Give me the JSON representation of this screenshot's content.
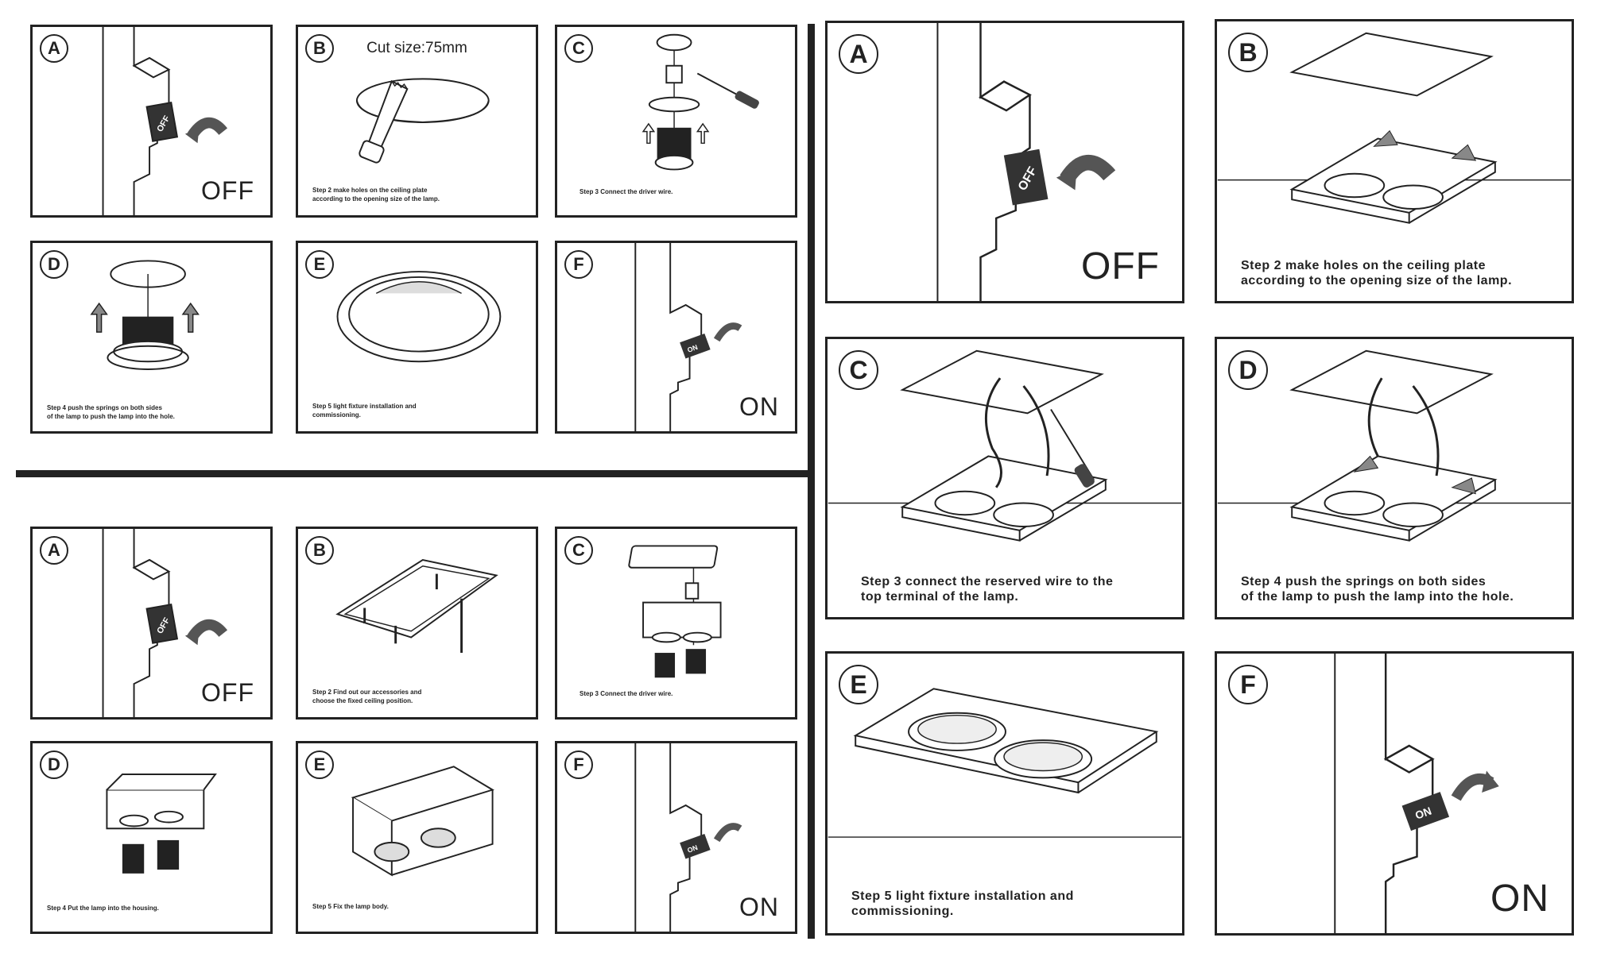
{
  "sections": {
    "top_left": {
      "panels": [
        {
          "letter": "A",
          "state": "OFF",
          "switch_label": "OFF"
        },
        {
          "letter": "B",
          "cut_size": "Cut size:75mm",
          "caption": "Step 2 make holes on the ceiling plate\naccording to the opening size of the lamp."
        },
        {
          "letter": "C",
          "caption": "Step 3 Connect the driver wire."
        },
        {
          "letter": "D",
          "caption": "Step 4 push the springs on both sides\nof the lamp to push the lamp into the hole."
        },
        {
          "letter": "E",
          "caption": "Step 5 light fixture installation and\ncommissioning."
        },
        {
          "letter": "F",
          "state": "ON",
          "switch_label": "ON"
        }
      ]
    },
    "bottom_left": {
      "panels": [
        {
          "letter": "A",
          "state": "OFF",
          "switch_label": "OFF"
        },
        {
          "letter": "B",
          "caption": "Step 2 Find out our accessories and\nchoose the fixed ceiling position."
        },
        {
          "letter": "C",
          "caption": "Step 3 Connect the driver wire."
        },
        {
          "letter": "D",
          "caption": "Step 4 Put the lamp into the housing."
        },
        {
          "letter": "E",
          "caption": "Step 5 Fix the lamp body."
        },
        {
          "letter": "F",
          "state": "ON",
          "switch_label": "ON"
        }
      ]
    },
    "right": {
      "panels": [
        {
          "letter": "A",
          "state": "OFF",
          "switch_label": "OFF"
        },
        {
          "letter": "B",
          "caption": "Step 2 make holes on the ceiling plate\naccording to the opening size of the lamp."
        },
        {
          "letter": "C",
          "caption": "Step 3 connect the reserved wire to the\ntop terminal of the lamp."
        },
        {
          "letter": "D",
          "caption": "Step 4 push the springs on both sides\nof the lamp to push the lamp into the hole."
        },
        {
          "letter": "E",
          "caption": "Step 5 light fixture installation and\ncommissioning."
        },
        {
          "letter": "F",
          "state": "ON",
          "switch_label": "ON"
        }
      ]
    }
  }
}
